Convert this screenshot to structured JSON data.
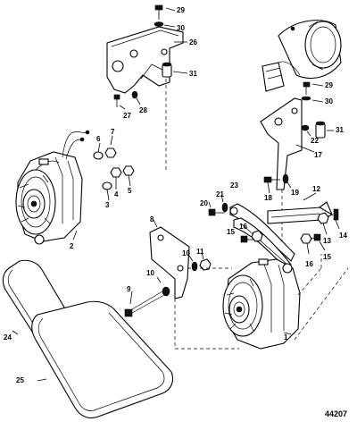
{
  "callouts": [
    "1",
    "2",
    "3",
    "4",
    "5",
    "6",
    "7",
    "8",
    "9",
    "10",
    "10",
    "11",
    "12",
    "13",
    "14",
    "15",
    "15",
    "16",
    "16",
    "17",
    "18",
    "19",
    "20",
    "21",
    "22",
    "23",
    "24",
    "25",
    "26",
    "27",
    "28",
    "29",
    "29",
    "30",
    "30",
    "31",
    "31"
  ],
  "figure_number": "44207"
}
